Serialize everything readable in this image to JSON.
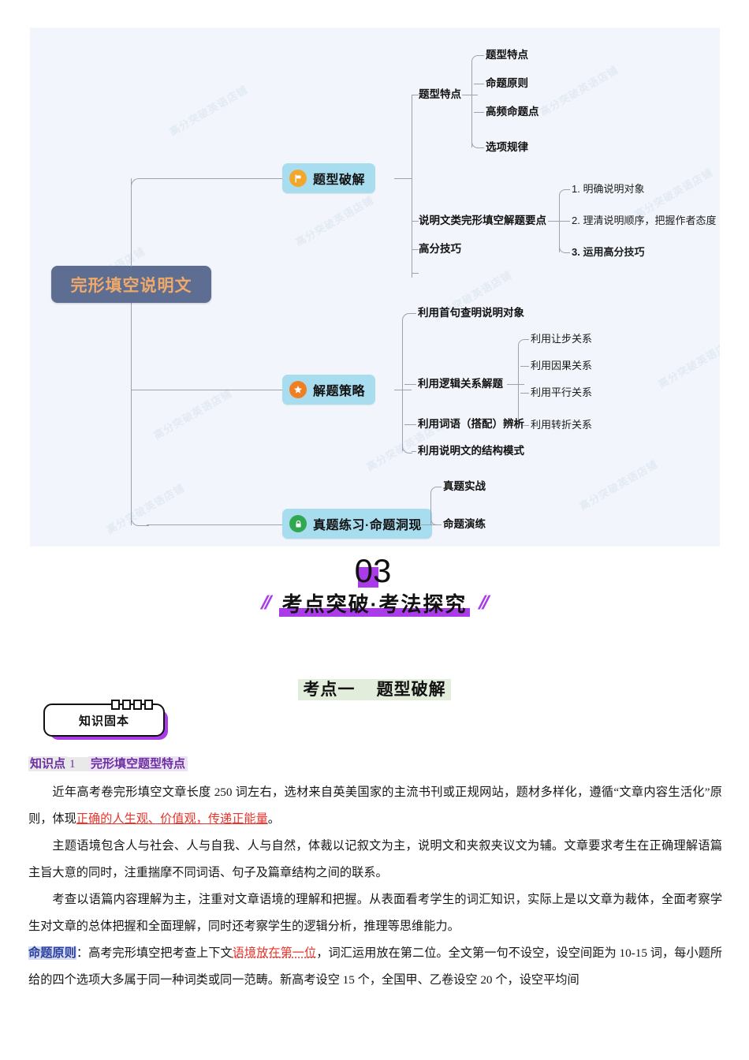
{
  "mindmap": {
    "watermark": "高分突破英语店铺",
    "root": {
      "label": "完形填空说明文",
      "color": "#5E6E92",
      "text_color": "#F0A968"
    },
    "branches": [
      {
        "label": "题型破解",
        "icon": "flag-icon",
        "icon_color": "#F2A72C",
        "node_color": "#A8DCEF",
        "children": [
          {
            "label": "题型特点",
            "children": [
              "题型特点",
              "命题原则",
              "高频命题点",
              "选项规律"
            ]
          },
          {
            "label": "说明文类完形填空解题要点",
            "children": [
              "1. 明确说明对象",
              "2. 理清说明顺序，把握作者态度",
              "3. 运用高分技巧"
            ]
          },
          {
            "label": "高分技巧",
            "children": []
          }
        ]
      },
      {
        "label": "解题策略",
        "icon": "star-icon",
        "icon_color": "#F07E23",
        "node_color": "#A8DCEF",
        "children": [
          {
            "label": "利用首句查明说明对象",
            "children": []
          },
          {
            "label": "利用逻辑关系解题",
            "children": [
              "利用让步关系",
              "利用因果关系",
              "利用平行关系",
              "利用转折关系"
            ]
          },
          {
            "label": "利用词语（搭配）辨析",
            "children": []
          },
          {
            "label": "利用说明文的结构模式",
            "children": []
          }
        ]
      },
      {
        "label": "真题练习·命题洞现",
        "icon": "lock-icon",
        "icon_color": "#2FA84F",
        "node_color": "#A8DCEF",
        "children": [
          {
            "label": "真题实战",
            "children": []
          },
          {
            "label": "命题演练",
            "children": []
          }
        ]
      }
    ]
  },
  "section": {
    "number": "03",
    "title": "考点突破·考法探究",
    "accent_color": "#A93BE8",
    "left_slashes": "//",
    "right_slashes": "//"
  },
  "kaodian": {
    "label_left": "考点一",
    "label_right": "题型破解",
    "highlight_color": "#E3EDDC"
  },
  "badge": {
    "label": "知识固本",
    "accent_color": "#A93BE8"
  },
  "knowledge_point": {
    "prefix": "知识点",
    "number": "1",
    "title": "完形填空题型特点",
    "text_color": "#6B2FA0"
  },
  "paragraphs": {
    "p1_a": "近年高考卷完形填空文章长度 250 词左右，选材来自英美国家的主流书刊或正规网站，题材多样化，遵循“文章内容生活化”原则，体现",
    "p1_red": "正确的人生观、价值观，传递正能量",
    "p1_b": "。",
    "p2": "主题语境包含人与社会、人与自我、人与自然，体裁以记叙文为主，说明文和夹叙夹议文为辅。文章要求考生在正确理解语篇主旨大意的同时，注重揣摩不同词语、句子及篇章结构之间的联系。",
    "p3": "考查以语篇内容理解为主，注重对文章语境的理解和把握。从表面看考学生的词汇知识，实际上是以文章为裁体，全面考察学生对文章的总体把握和全面理解，同时还考察学生的逻辑分析，推理等思维能力。",
    "p4_label": "命题原则",
    "p4_a": "：高考完形填空把考查上下文",
    "p4_red": "语境放在第一位",
    "p4_b": "，词汇运用放在第二位。全文第一句不设空，设空间距为 10-15 词，每小题所给的四个选项大多属于同一种词类或同一范畴。新高考设空 15 个，全国甲、乙卷设空 20 个，设空平均间"
  }
}
